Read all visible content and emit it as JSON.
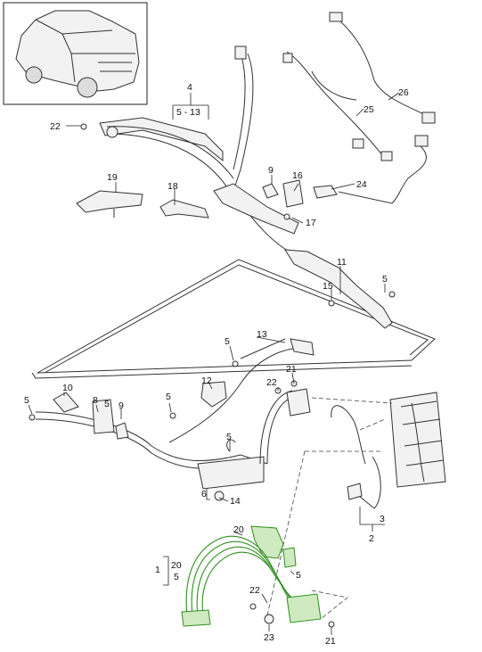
{
  "highlight_color": "#2f8f1f",
  "vehicle_inset": {
    "icon": "vehicle-thumbnail-icon"
  },
  "callouts": {
    "c4": "4",
    "c5_13": "5 - 13",
    "c22_top": "22",
    "c26": "26",
    "c25": "25",
    "c24": "24",
    "c19": "19",
    "c18": "18",
    "c9_top": "9",
    "c16": "16",
    "c17": "17",
    "c11": "11",
    "c5_a": "5",
    "c15": "15",
    "c13": "13",
    "c5_b": "5",
    "c12": "12",
    "c22_mid": "22",
    "c21_mid": "21",
    "c5_c": "5",
    "c10": "10",
    "c8": "8",
    "c5_d": "5",
    "c9_mid": "9",
    "c5_e": "5",
    "c6": "6",
    "c14": "14",
    "c3": "3",
    "c2": "2",
    "c20_top": "20",
    "c1": "1",
    "c20_br": "20",
    "c5_br": "5",
    "c5_f": "5",
    "c22_bot": "22",
    "c23": "23",
    "c21_bot": "21"
  }
}
